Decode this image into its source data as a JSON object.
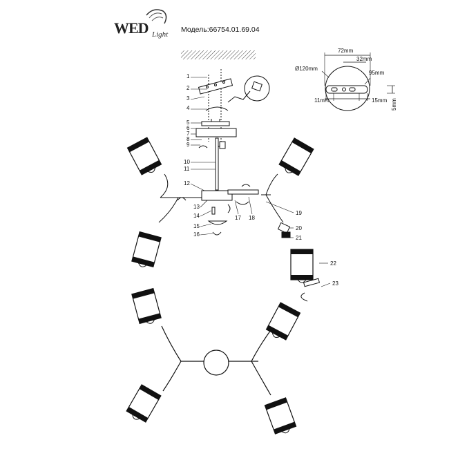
{
  "header": {
    "brand": "WED",
    "brand_script": "Light",
    "model": "Модель:66754.01.69.04"
  },
  "dimensions": {
    "d120": "Ø120mm",
    "d72": "72mm",
    "d32": "32mm",
    "d95": "95mm",
    "d11": "11mm",
    "d15": "15mm",
    "d5": "5mm"
  },
  "parts": [
    "1",
    "2",
    "3",
    "4",
    "5",
    "6",
    "7",
    "8",
    "9",
    "10",
    "11",
    "12",
    "13",
    "14",
    "15",
    "16",
    "17",
    "18",
    "19",
    "20",
    "21",
    "22",
    "23"
  ]
}
